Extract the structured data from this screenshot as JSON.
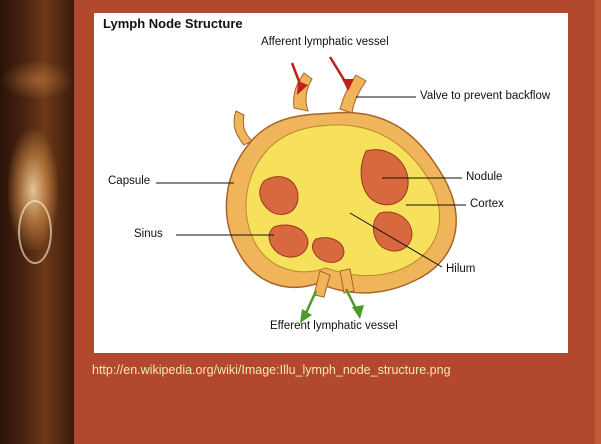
{
  "diagram": {
    "title": "Lymph Node Structure",
    "labels": {
      "afferent": "Afferent lymphatic vessel",
      "valve": "Valve to prevent backflow",
      "capsule": "Capsule",
      "nodule": "Nodule",
      "cortex": "Cortex",
      "sinus": "Sinus",
      "hilum": "Hilum",
      "efferent": "Efferent lymphatic vessel"
    },
    "colors": {
      "capsule_fill": "#f0b55a",
      "node_fill": "#f6e05c",
      "nodule_fill": "#d8683e",
      "afferent_arrow": "#c0201a",
      "efferent_arrow": "#4c9a2a"
    }
  },
  "source_url": "http://en.wikipedia.org/wiki/Image:Illu_lymph_node_structure.png"
}
